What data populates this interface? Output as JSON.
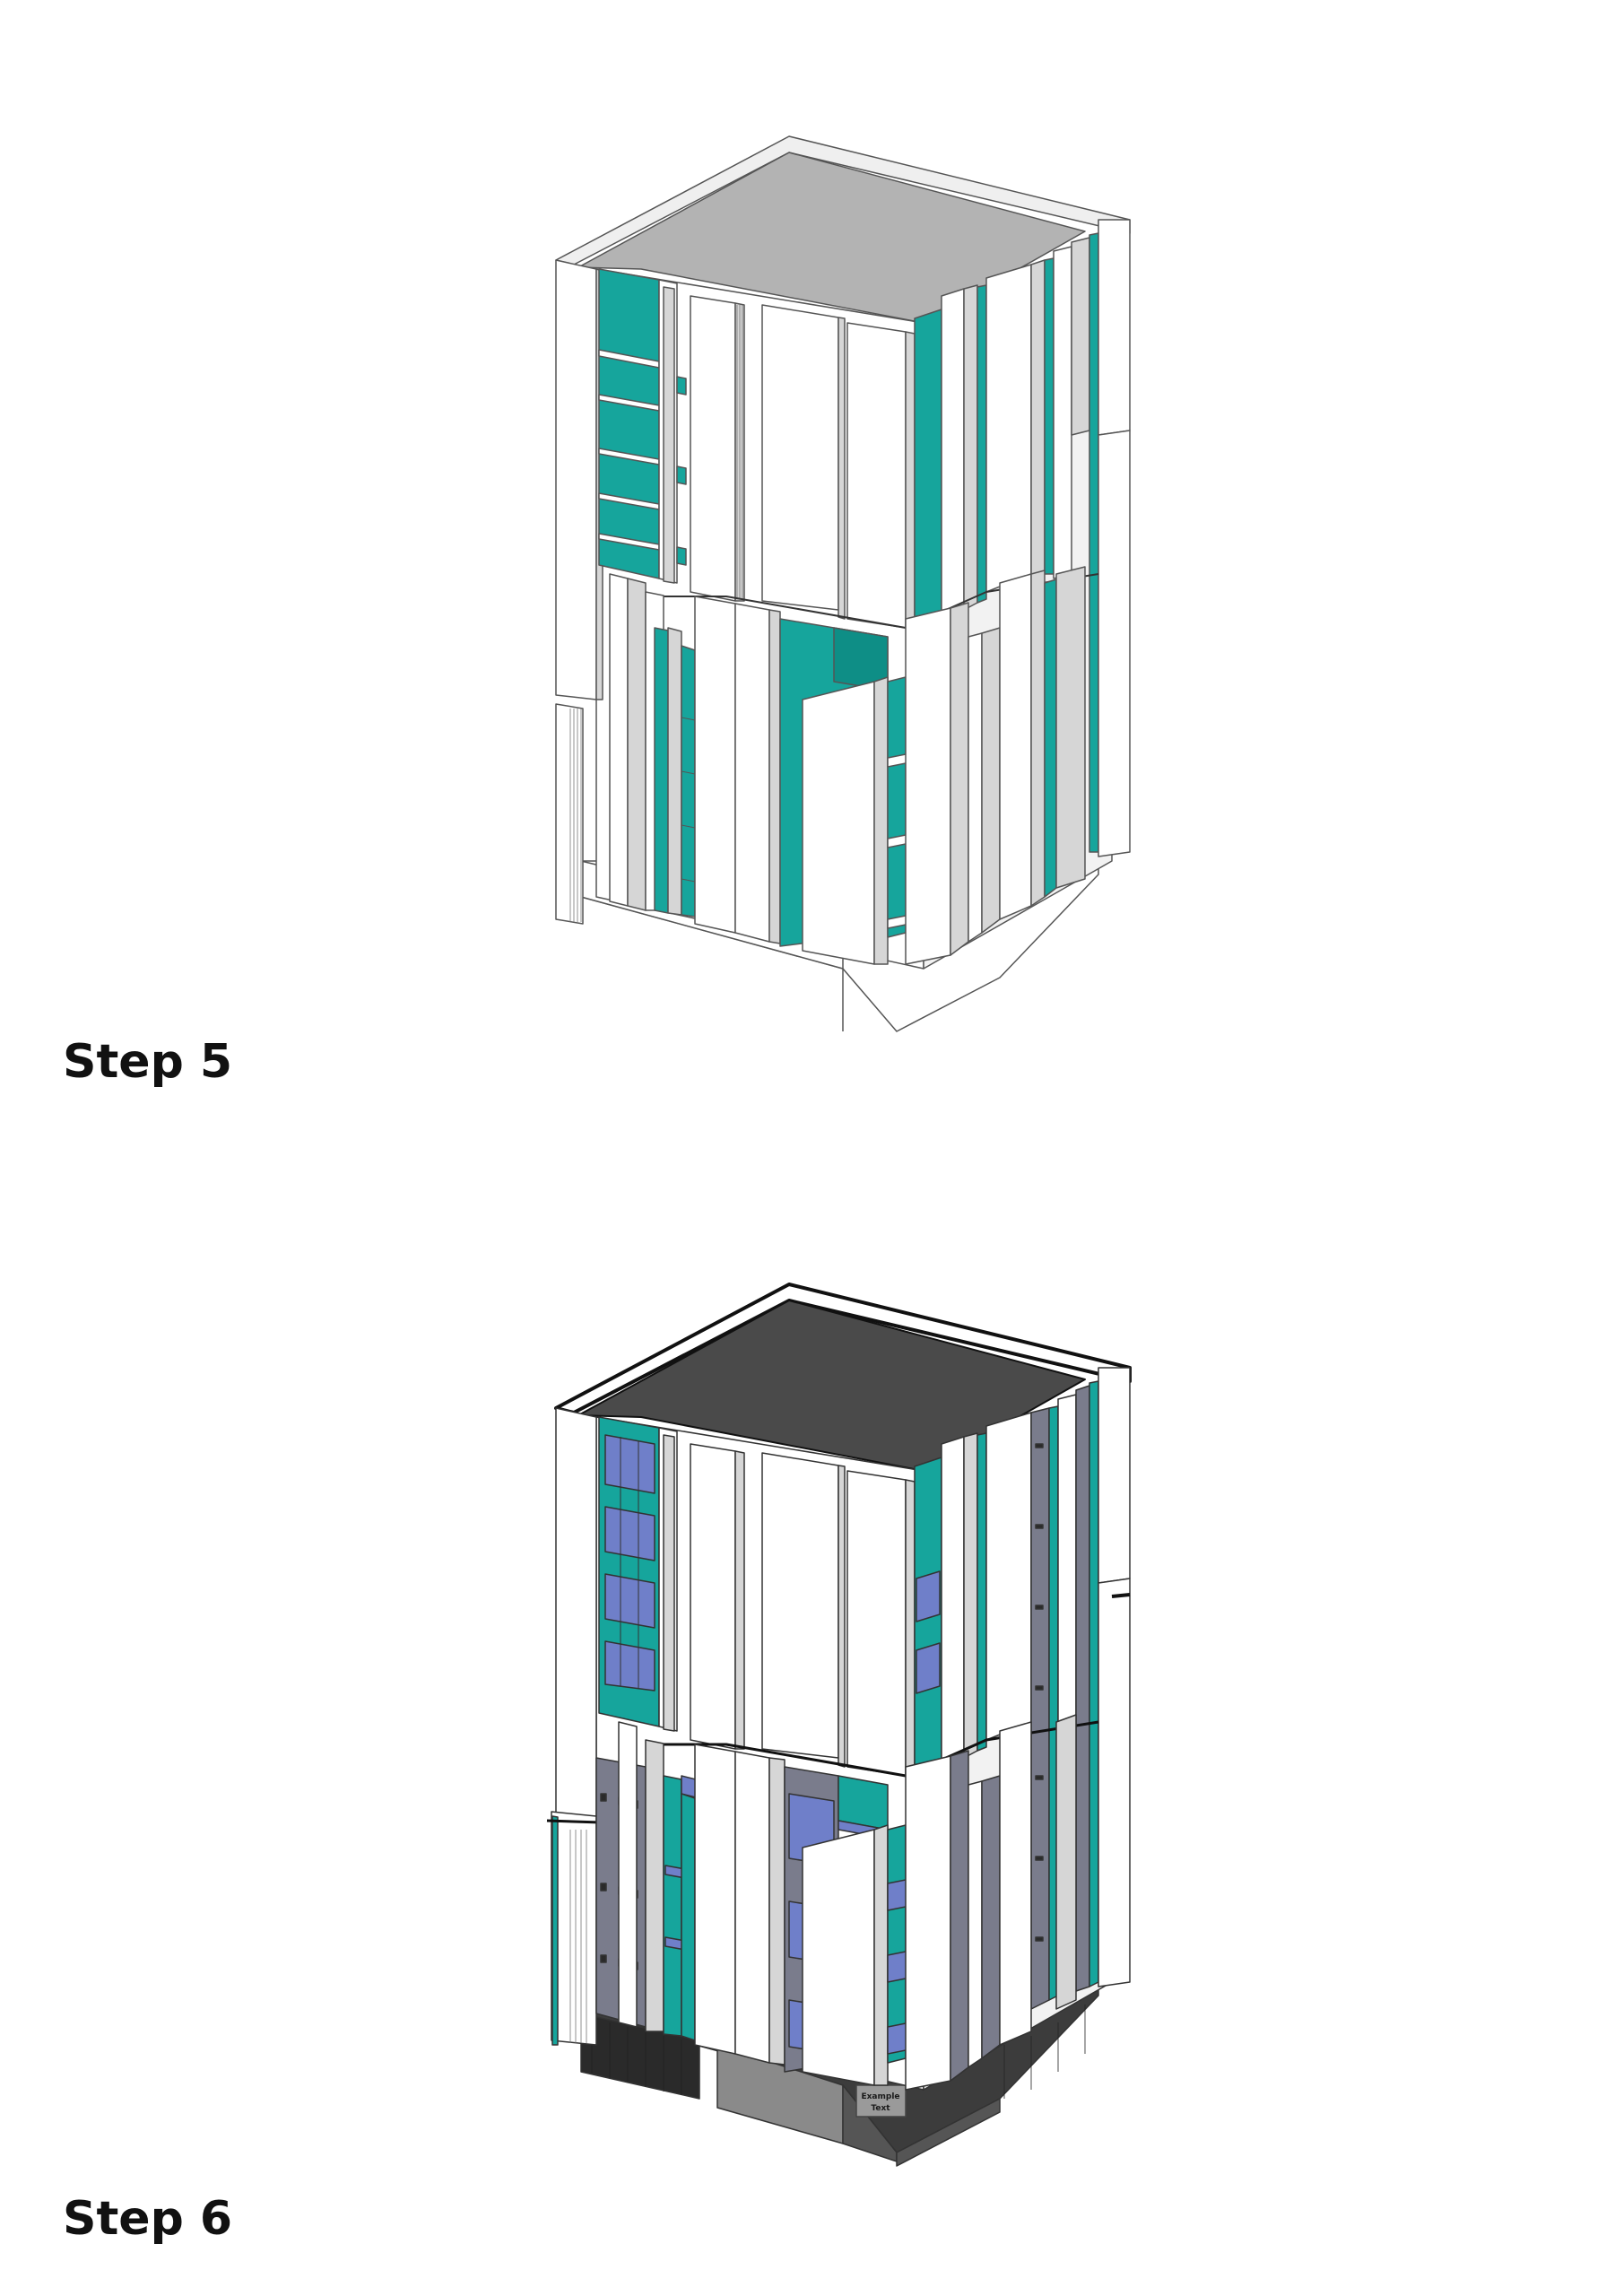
{
  "steps": [
    {
      "label": "Step 5"
    },
    {
      "label": "Step 6"
    }
  ],
  "step6": {
    "entrance_sign": [
      "Example",
      "Text"
    ]
  },
  "colors": {
    "teal": "#16a59c",
    "teal_dark": "#0e8e86",
    "white_panel": "#ffffff",
    "grey_panel": "#d6d6d6",
    "roof_step5": "#b3b3b3",
    "roof_step6": "#4a4a4a",
    "glass_blue": "#6f7fc9",
    "glass_grey": "#7a7c8c",
    "base_dark": "#3c3c3c"
  }
}
